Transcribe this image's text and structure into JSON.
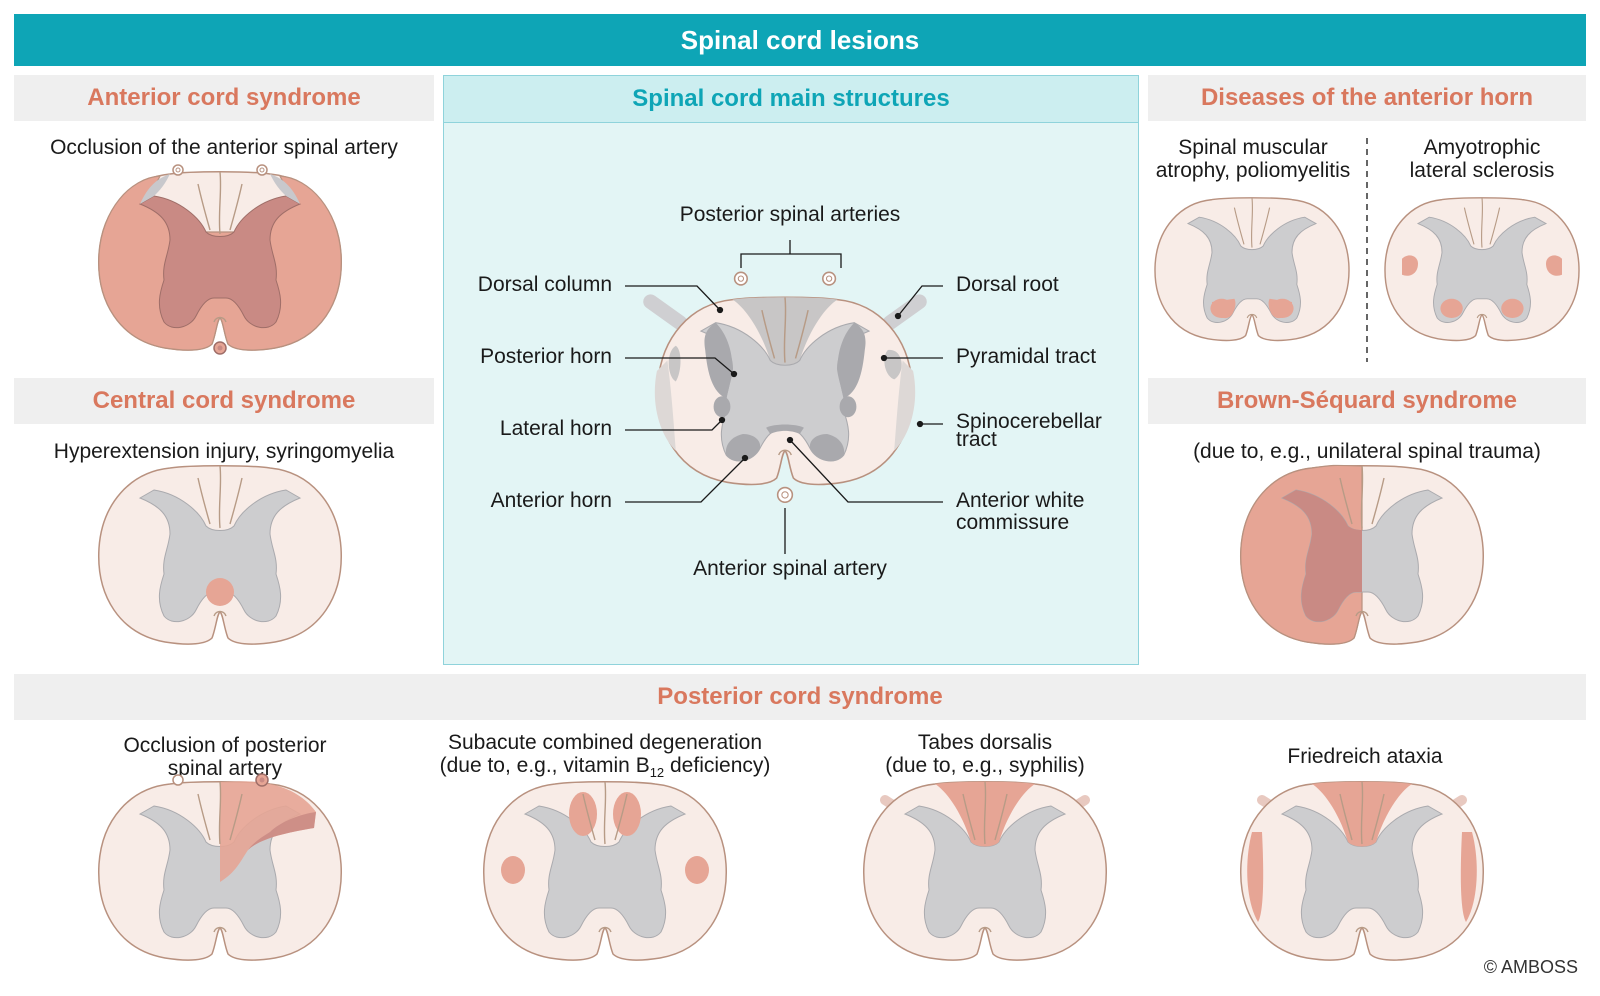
{
  "title": "Spinal cord lesions",
  "center": {
    "heading": "Spinal cord main structures",
    "labels": {
      "posterior_spinal_arteries": "Posterior spinal arteries",
      "dorsal_column": "Dorsal column",
      "posterior_horn": "Posterior horn",
      "lateral_horn": "Lateral horn",
      "anterior_horn": "Anterior horn",
      "dorsal_root": "Dorsal root",
      "pyramidal_tract": "Pyramidal tract",
      "spinocerebellar_tract_1": "Spinocerebellar",
      "spinocerebellar_tract_2": "tract",
      "anterior_white_commissure_1": "Anterior white",
      "anterior_white_commissure_2": "commissure",
      "anterior_spinal_artery": "Anterior spinal artery"
    }
  },
  "anterior_cord": {
    "heading": "Anterior cord syndrome",
    "description": "Occlusion of the anterior spinal artery"
  },
  "central_cord": {
    "heading": "Central cord syndrome",
    "description": "Hyperextension injury, syringomyelia"
  },
  "anterior_horn_diseases": {
    "heading": "Diseases of the anterior horn",
    "left_line1": "Spinal muscular",
    "left_line2": "atrophy, poliomyelitis",
    "right_line1": "Amyotrophic",
    "right_line2": "lateral sclerosis"
  },
  "brown_sequard": {
    "heading": "Brown-Séquard syndrome",
    "description": "(due to, e.g., unilateral spinal trauma)"
  },
  "posterior_cord": {
    "heading": "Posterior cord syndrome",
    "items": [
      {
        "line1": "Occlusion of posterior",
        "line2": "spinal artery"
      },
      {
        "line1": "Subacute combined degeneration",
        "line2_pre": "(due to, e.g., vitamin B",
        "line2_sub": "12",
        "line2_post": " deficiency)"
      },
      {
        "line1": "Tabes dorsalis",
        "line2": "(due to, e.g., syphilis)"
      },
      {
        "line1": "Friedreich ataxia"
      }
    ]
  },
  "copyright": "© AMBOSS",
  "colors": {
    "header_bg": "#0ea5b6",
    "section_heading": "#d9785e",
    "cord_white_matter": "#f8ece7",
    "cord_gray_matter": "#cdcdcf",
    "lesion": "#e6a595",
    "lesion_on_gray": "#c98a84"
  }
}
